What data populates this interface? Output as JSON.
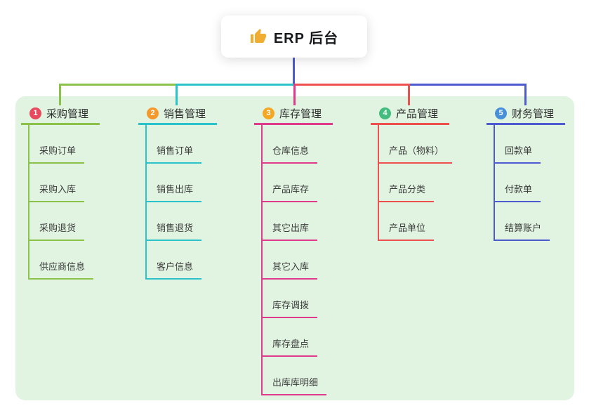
{
  "root": {
    "label": "ERP 后台",
    "icon": "thumbs-up"
  },
  "branches": [
    {
      "num": "1",
      "label": "采购管理",
      "color": "#8bc34a",
      "badge_color": "#e8495f",
      "children": [
        "采购订单",
        "采购入库",
        "采购退货",
        "供应商信息"
      ]
    },
    {
      "num": "2",
      "label": "销售管理",
      "color": "#29c3c9",
      "badge_color": "#f6992c",
      "children": [
        "销售订单",
        "销售出库",
        "销售退货",
        "客户信息"
      ]
    },
    {
      "num": "3",
      "label": "库存管理",
      "color": "#e03a8c",
      "badge_color": "#f5a623",
      "children": [
        "仓库信息",
        "产品库存",
        "其它出库",
        "其它入库",
        "库存调拨",
        "库存盘点",
        "出库库明细"
      ]
    },
    {
      "num": "4",
      "label": "产品管理",
      "color": "#ee4f4f",
      "badge_color": "#43bd7f",
      "children": [
        "产品（物料）",
        "产品分类",
        "产品单位"
      ]
    },
    {
      "num": "5",
      "label": "财务管理",
      "color": "#4d5ad0",
      "badge_color": "#4a90d9",
      "children": [
        "回款单",
        "付款单",
        "结算账户"
      ]
    }
  ],
  "colors": {
    "panel_bg": "#e1f4e1",
    "root_line": "#4d5ad0",
    "thumb_icon": "#f0ad31"
  }
}
